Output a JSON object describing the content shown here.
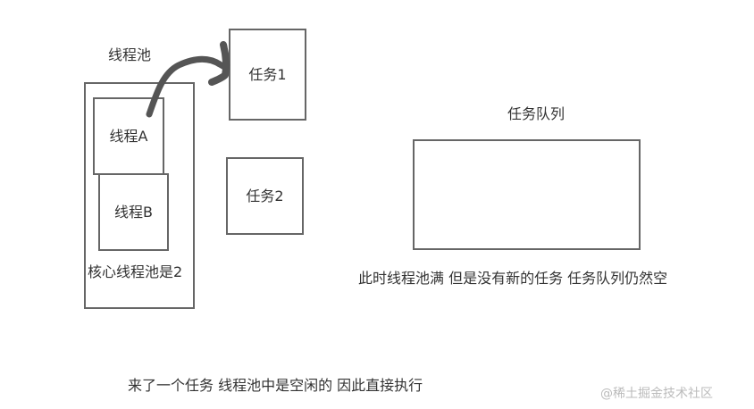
{
  "thread_pool": {
    "title": "线程池",
    "thread_a": "线程A",
    "thread_b": "线程B",
    "core_size_note": "核心线程池是2"
  },
  "tasks": [
    {
      "label": "任务1"
    },
    {
      "label": "任务2"
    }
  ],
  "task_queue": {
    "title": "任务队列",
    "note": "此时线程池满 但是没有新的任务 任务队列仍然空"
  },
  "caption": "来了一个任务 线程池中是空闲的 因此直接执行",
  "watermark": "@稀土掘金技术社区",
  "colors": {
    "stroke": "#666666",
    "arrow": "#555555",
    "text": "#333333",
    "watermark": "#bbbbbb"
  }
}
